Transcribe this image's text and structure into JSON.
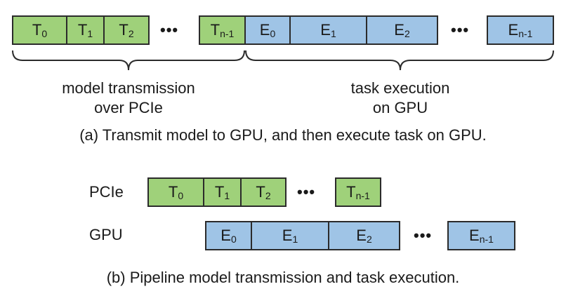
{
  "diagram_a": {
    "transmit_boxes": [
      {
        "label": "T",
        "sub": "0"
      },
      {
        "label": "T",
        "sub": "1"
      },
      {
        "label": "T",
        "sub": "2"
      },
      {
        "label": "T",
        "sub": "n-1"
      }
    ],
    "exec_boxes": [
      {
        "label": "E",
        "sub": "0"
      },
      {
        "label": "E",
        "sub": "1"
      },
      {
        "label": "E",
        "sub": "2"
      },
      {
        "label": "E",
        "sub": "n-1"
      }
    ],
    "ellipsis": "•••",
    "brace_left_line1": "model transmission",
    "brace_left_line2": "over PCIe",
    "brace_right_line1": "task execution",
    "brace_right_line2": "on GPU",
    "caption": "(a) Transmit model to GPU, and then execute task on GPU."
  },
  "diagram_b": {
    "row1_label": "PCIe",
    "row2_label": "GPU",
    "transmit_boxes": [
      {
        "label": "T",
        "sub": "0"
      },
      {
        "label": "T",
        "sub": "1"
      },
      {
        "label": "T",
        "sub": "2"
      },
      {
        "label": "T",
        "sub": "n-1"
      }
    ],
    "exec_boxes": [
      {
        "label": "E",
        "sub": "0"
      },
      {
        "label": "E",
        "sub": "1"
      },
      {
        "label": "E",
        "sub": "2"
      },
      {
        "label": "E",
        "sub": "n-1"
      }
    ],
    "ellipsis": "•••",
    "caption": "(b) Pipeline model transmission and task execution."
  },
  "colors": {
    "transmit_fill": "#9fd17a",
    "exec_fill": "#9fc4e6",
    "stroke": "#2b2b2b"
  }
}
